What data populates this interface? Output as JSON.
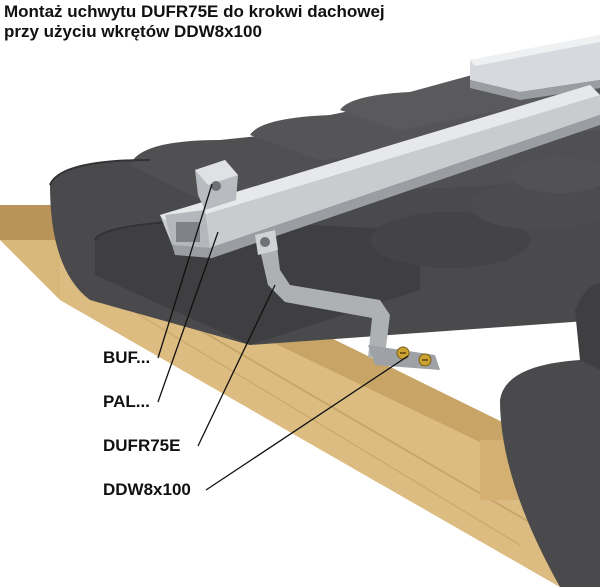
{
  "title": {
    "line1": "Montaż uchwytu DUFR75E do krokwi dachowej",
    "line2": "przy użyciu wkrętów DDW8x100"
  },
  "callouts": [
    {
      "label": "BUF..."
    },
    {
      "label": "PAL..."
    },
    {
      "label": "DUFR75E"
    },
    {
      "label": "DDW8x100"
    }
  ],
  "colors": {
    "tile": "#4a4a4c",
    "tile_edge": "#333335",
    "wood": "#d8b77a",
    "wood_dark": "#b8935a",
    "rail": "#c9cccf",
    "rail_dark": "#9a9ea2",
    "hook": "#aeb1b4",
    "screw": "#c9a233",
    "line": "#111111"
  }
}
